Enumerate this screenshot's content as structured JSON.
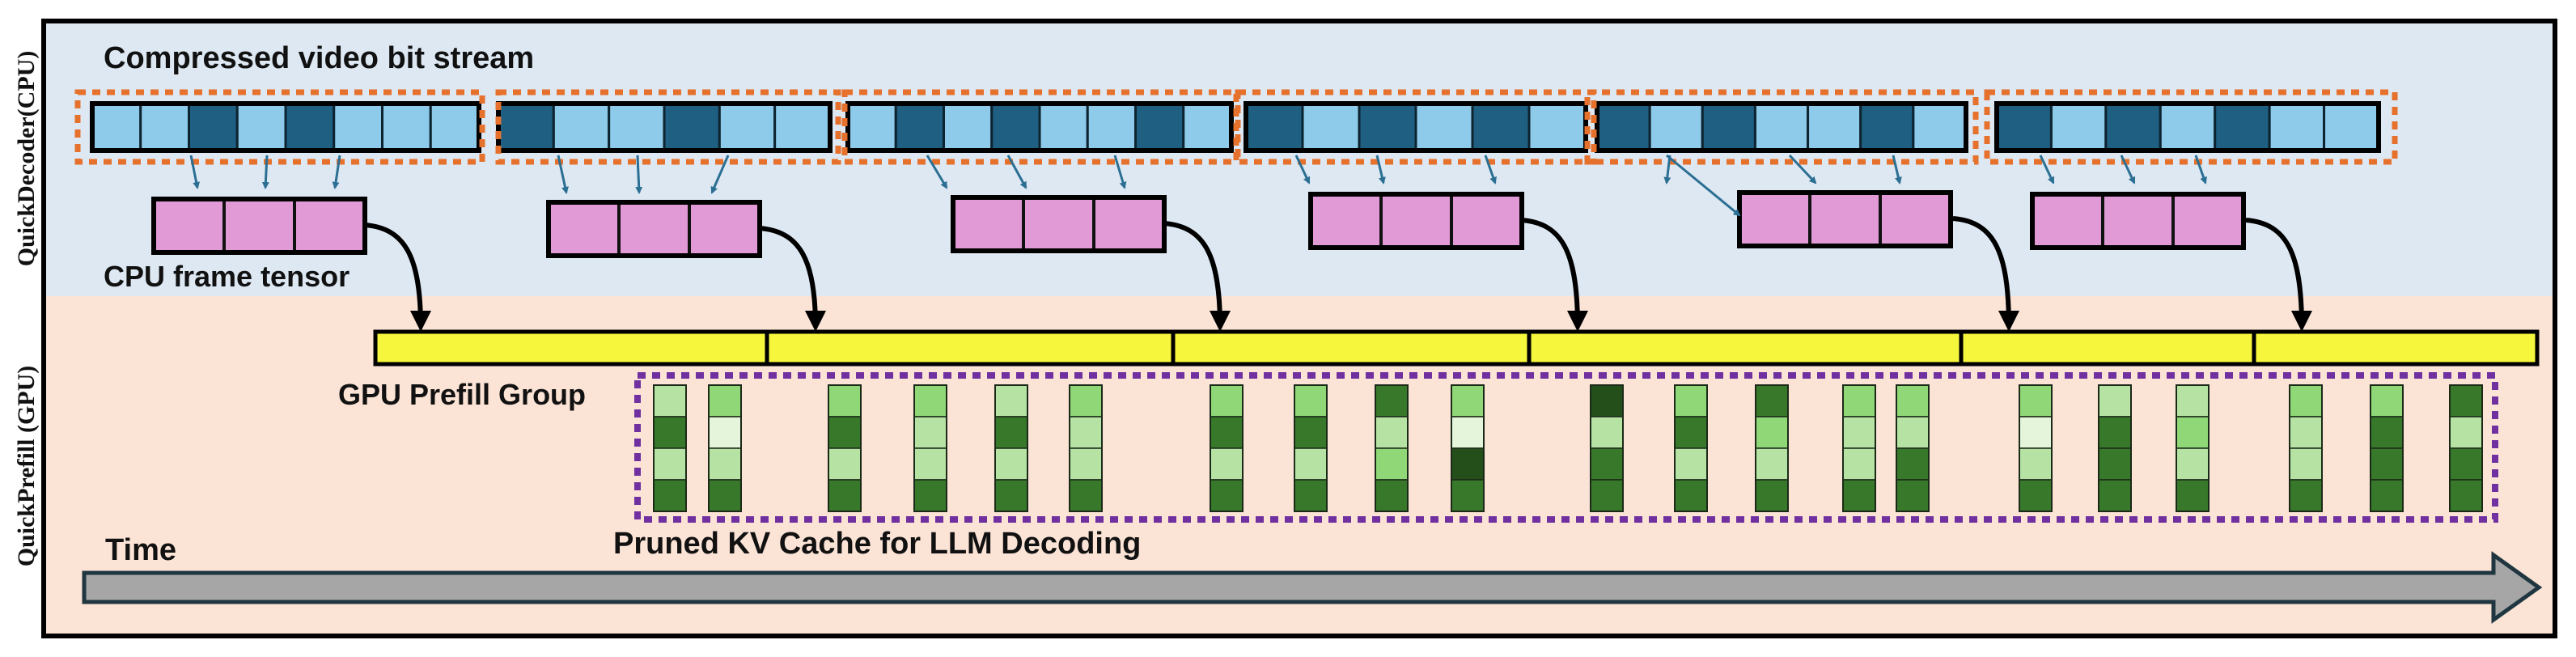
{
  "labels": {
    "decoder_side": "QuickDecoder(CPU)",
    "prefill_side": "QuickPrefill (GPU)",
    "bitstream": "Compressed video bit stream",
    "frame_tensor": "CPU frame tensor",
    "prefill_group": "GPU Prefill Group",
    "kv_cache": "Pruned KV Cache for LLM Decoding",
    "time": "Time"
  },
  "colors": {
    "decoder_bg": "#dde8f3",
    "prefill_bg": "#fbe3d6",
    "packet_light": "#8ecbea",
    "packet_dark": "#1e5f82",
    "gop_outline": "#e5712c",
    "tensor": "#e29ad7",
    "arrow_blue": "#2b6f93",
    "prefill_bar": "#f6f63d",
    "kv_outline": "#7030a0",
    "kv_light": "#b6e3a4",
    "kv_mid": "#8fd777",
    "kv_dark": "#38782a",
    "kv_darkest": "#244f1b",
    "kv_pale": "#e5f5db",
    "time_arrow": "#a6a6a6"
  },
  "icons": {
    "decode_arrow": "blue-decode-arrow-icon",
    "dispatch_arrow": "curved-dispatch-arrow-icon",
    "time_arrow": "time-arrow-icon"
  }
}
